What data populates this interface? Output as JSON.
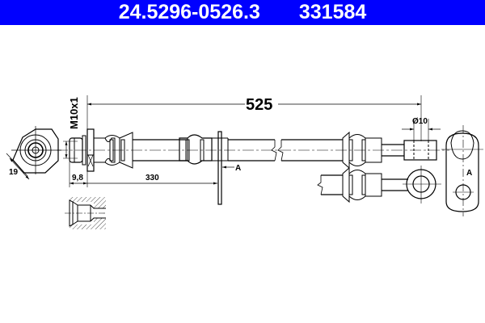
{
  "header": {
    "part_number": "24.5296-0526.3",
    "ref_number": "331584",
    "background": "#0000ff",
    "text_color": "#ffffff"
  },
  "dimensions": {
    "total_length": "525",
    "thread": "M10x1",
    "hex_size": "19",
    "thread_length": "9,8",
    "bracket_position": "330",
    "eye_diameter": "Ø10",
    "view_label_bracket": "A",
    "view_label_side": "A"
  }
}
